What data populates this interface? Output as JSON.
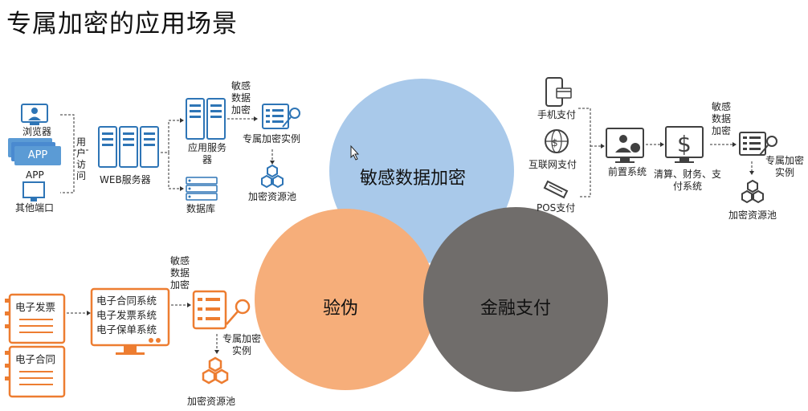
{
  "title": "专属加密的应用场景",
  "circles": {
    "top": "敏感数据加密",
    "left": "验伪",
    "right": "金融支付"
  },
  "colors": {
    "circle_top": "#a9c9ea",
    "circle_left": "#f6ae7a",
    "circle_right": "#706d6b",
    "icon_blue": "#2e75b6",
    "icon_orange": "#ed7d31",
    "icon_dark": "#404040"
  },
  "web": {
    "client_browser": "浏览器",
    "client_app_badge": "APP",
    "client_app": "APP",
    "client_other": "其他端口",
    "user_access": "用户访问",
    "web_server": "WEB服务器",
    "app_server": "应用服务器",
    "database": "数据库",
    "sensitive_encrypt": "敏感数据加密",
    "dedicated_instance": "专属加密实例",
    "resource_pool": "加密资源池"
  },
  "finance": {
    "mobile_pay": "手机支付",
    "internet_pay": "互联网支付",
    "pos_pay": "POS支付",
    "front_system": "前置系统",
    "clearing_system": "清算、财务、支付系统",
    "sensitive_encrypt": "敏感数据加密",
    "dedicated_instance": "专属加密实例",
    "resource_pool": "加密资源池"
  },
  "verify": {
    "e_invoice": "电子发票",
    "e_contract": "电子合同",
    "systems": [
      "电子合同系统",
      "电子发票系统",
      "电子保单系统"
    ],
    "sensitive_encrypt": "敏感数据加密",
    "dedicated_instance": "专属加密实例",
    "resource_pool": "加密资源池"
  }
}
